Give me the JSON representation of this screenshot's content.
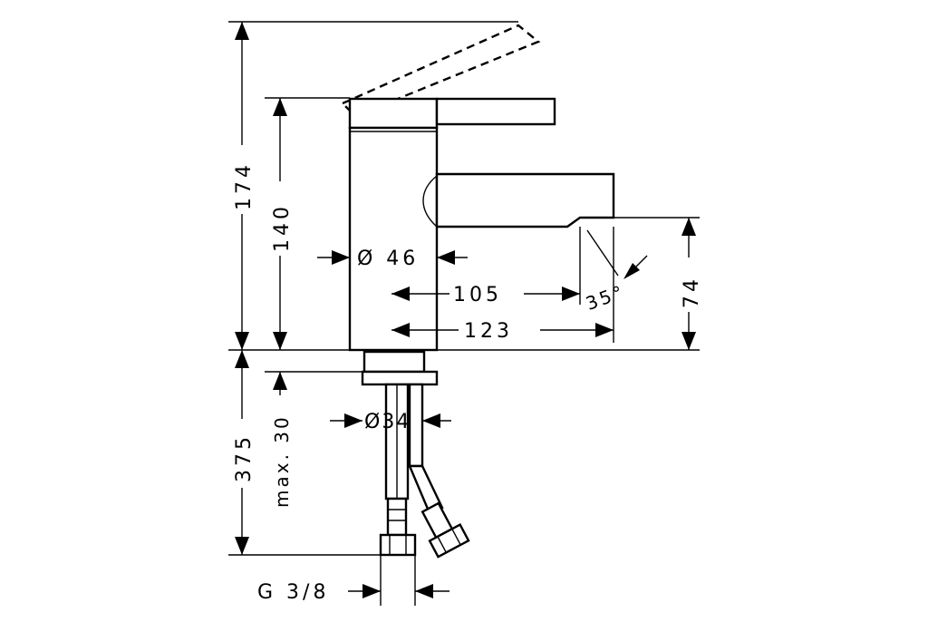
{
  "dimensions": {
    "total_height": "174",
    "body_height": "140",
    "body_diameter": "Ø 46",
    "spout_reach_inner": "105",
    "spout_reach_outer": "123",
    "spout_angle": "35°",
    "spout_height": "74",
    "hose_length": "375",
    "max_deck_thickness": "max. 30",
    "shank_diameter": "Ø34",
    "connection_thread": "G 3/8"
  }
}
